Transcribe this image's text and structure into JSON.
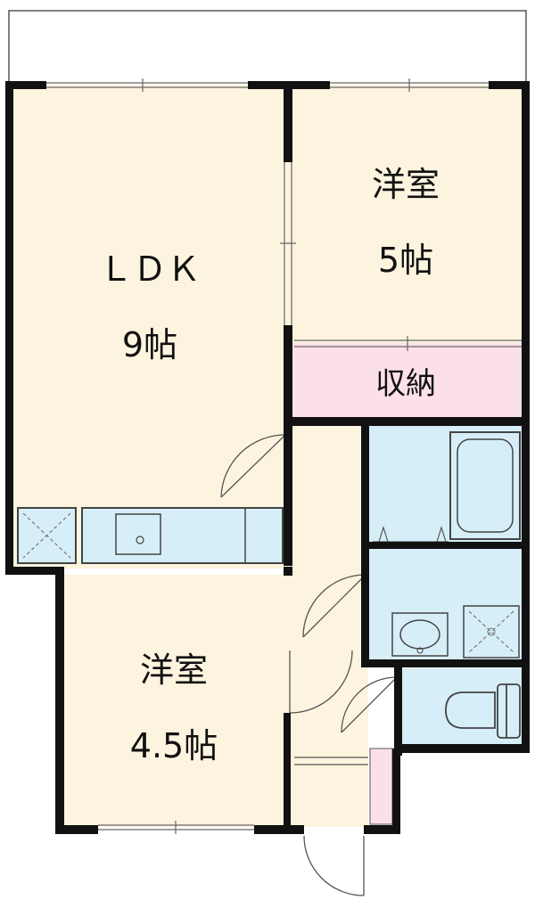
{
  "rooms": {
    "ldk": {
      "name": "ＬＤＫ",
      "size": "9帖"
    },
    "west_top": {
      "name": "洋室",
      "size": "5帖"
    },
    "storage": {
      "name": "収納"
    },
    "west_bottom": {
      "name": "洋室",
      "size": "4.5帖"
    }
  },
  "colors": {
    "room_fill": "#fdf4df",
    "wet_fill": "#d6eef8",
    "storage_fill": "#fbe0e8",
    "wall": "#111111",
    "line": "#555555"
  }
}
